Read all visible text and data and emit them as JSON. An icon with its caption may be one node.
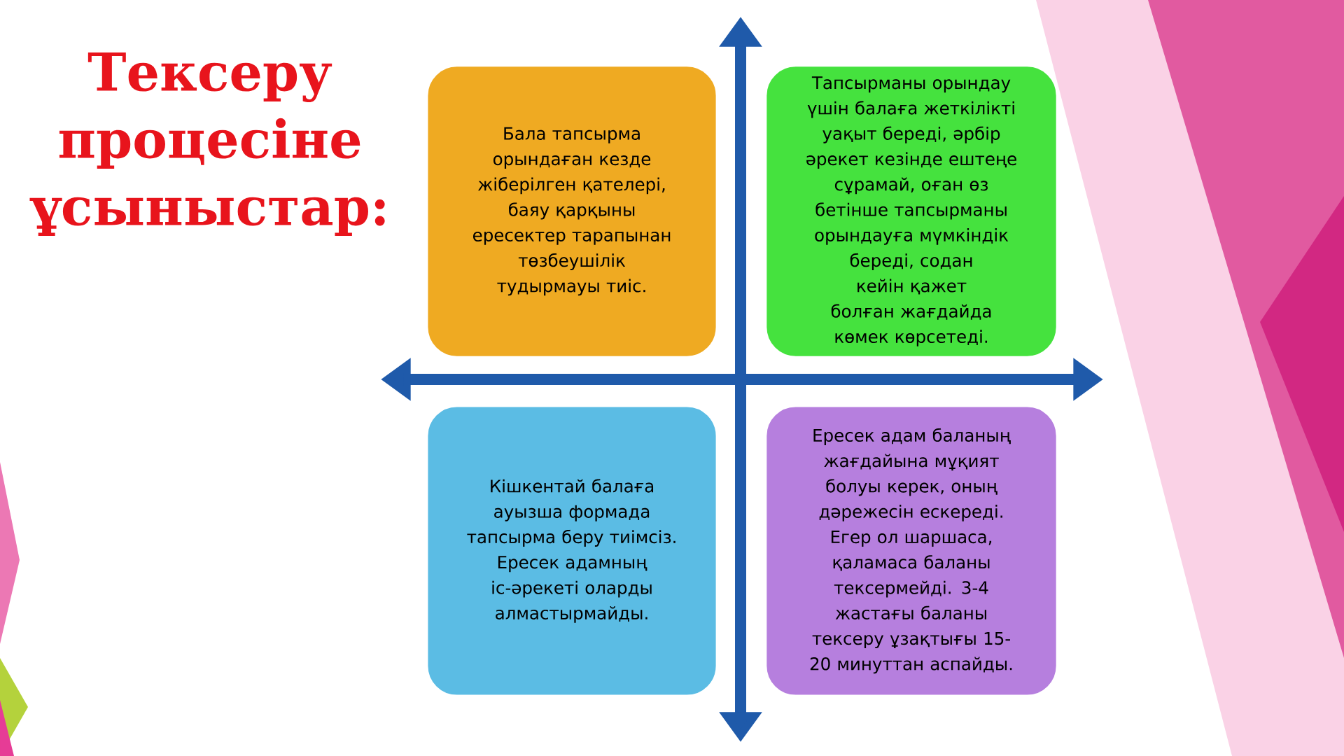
{
  "diagram": {
    "title": "Тексеру процесіне ұсыныстар:",
    "nodes": [
      {
        "text": [
          "Бала тапсырма орындаған кезде жіберілген қателері, баяу қарқыны ересектер тарапынан төзбеушілік тудырмауы тиіс."
        ]
      },
      {
        "text": [
          "Тапсырманы орындау үшін балаға жеткілікті уақыт береді, әрбір әрекет кезінде ештеңе сұрамай, оған өз бетінше тапсырманы орындауға мүмкіндік береді, содан кейін қажет болған жағдайда көмек көрсетеді."
        ]
      },
      {
        "text": [
          "Кішкентай балаға ауызша формада тапсырма беру тиімсіз. Ересек адамның іс-әрекеті оларды алмастырмайды."
        ]
      },
      {
        "text": [
          "Ересек адам баланың жағдайына мұқият болуы керек, оның дәрежесін ескереді. Егер ол шаршаса, қаламаса баланы тексермейді. 3-4 жастағы баланы тексеру ұзақтығы 15-20 минуттан аспайды."
        ]
      }
    ]
  }
}
